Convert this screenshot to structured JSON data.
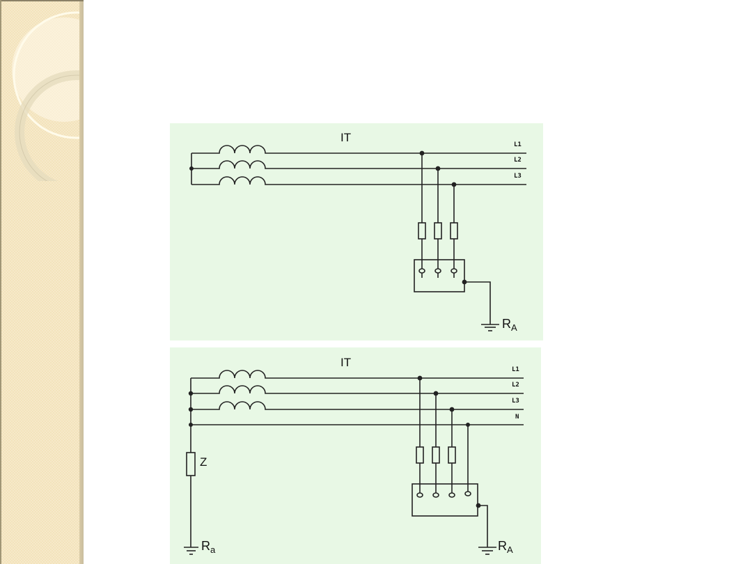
{
  "slide": {
    "background": "#ffffff",
    "panel_color": "#e8f8e5",
    "strip_color": "#f3e3bb"
  },
  "diagrams": [
    {
      "title": "IT",
      "lines": [
        "L1",
        "L2",
        "L3"
      ],
      "fuses": 3,
      "terminals": 3,
      "load_earth": {
        "label": "R",
        "sub": "A"
      }
    },
    {
      "title": "IT",
      "lines": [
        "L1",
        "L2",
        "L3",
        "N"
      ],
      "fuses": 3,
      "terminals": 4,
      "impedance_label": "Z",
      "source_earth": {
        "label": "R",
        "sub": "a"
      },
      "load_earth": {
        "label": "R",
        "sub": "A"
      }
    }
  ]
}
